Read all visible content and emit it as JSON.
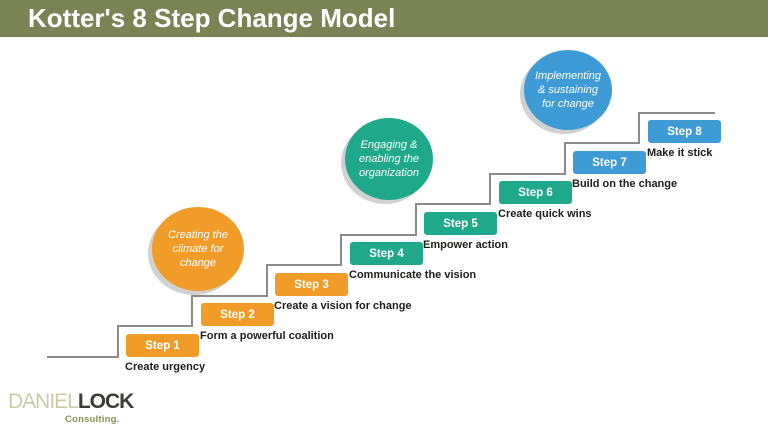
{
  "title": "Kotter's 8 Step Change Model",
  "colors": {
    "header_bg": "#7A8354",
    "orange": "#F19B28",
    "teal": "#1FA98A",
    "blue": "#3E9BD6",
    "line_gray": "#8A8A8A",
    "caption_text": "#1D1D1B",
    "logo_daniel": "#CDCBA4",
    "logo_lock": "#3B3B38",
    "logo_consulting": "#8A9254"
  },
  "phases": [
    {
      "name": "creating-the-climate-for-change",
      "lines": [
        "Creating the",
        "climate for",
        "change"
      ]
    },
    {
      "name": "engaging-and-enabling-the-organization",
      "lines": [
        "Engaging &",
        "enabling the",
        "organization"
      ]
    },
    {
      "name": "implementing-and-sustaining-for-change",
      "lines": [
        "Implementing",
        "& sustaining",
        "for change"
      ]
    }
  ],
  "steps": [
    {
      "badge": "Step 1",
      "caption": "Create urgency"
    },
    {
      "badge": "Step 2",
      "caption": "Form a powerful coalition"
    },
    {
      "badge": "Step 3",
      "caption": "Create a vision for change"
    },
    {
      "badge": "Step 4",
      "caption": "Communicate the vision"
    },
    {
      "badge": "Step 5",
      "caption": "Empower action"
    },
    {
      "badge": "Step 6",
      "caption": "Create quick wins"
    },
    {
      "badge": "Step 7",
      "caption": "Build on the change"
    },
    {
      "badge": "Step 8",
      "caption": "Make it stick"
    }
  ],
  "logo": {
    "part1": "DANIEL",
    "part2": "LOCK",
    "tagline": "Consulting."
  }
}
